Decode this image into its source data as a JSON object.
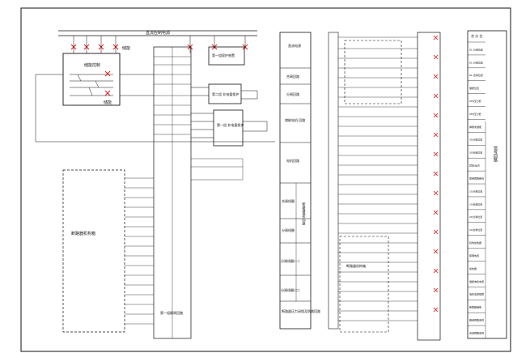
{
  "colors": {
    "line": "#111111",
    "accent": "#e01010",
    "bg": "#ffffff"
  },
  "bus_top_label": "直流控制电源",
  "relay_box": {
    "title": "储能控制",
    "label_right": "储能",
    "label_bottom": "储能"
  },
  "protection_boxes": [
    {
      "title": "第一组保护装置"
    },
    {
      "title": "第二组\n非电量保护"
    },
    {
      "title": "第一组\n非电量保护"
    }
  ],
  "left_panel_label": "断路器机构箱",
  "bottom_label": "第一组跳闸回路",
  "mid_table": {
    "rows": [
      "直流电源",
      "合闸回路",
      "分闸回路",
      "储能电机\n回路",
      "电机回路",
      "合闸线圈",
      "分闸线圈",
      "分闸线圈(一)",
      "分闸线圈(二)"
    ],
    "vertical_label": "断路器操作回路",
    "footer": "断路器压力闭锁及防跳回路"
  },
  "right_center_label": "断路器机构箱",
  "right_table": {
    "header": "合 分 位",
    "rows": [
      "DL\n分闸位置",
      "DL\n分闸位置",
      "DL\n合闸位置",
      "储能位置",
      "SF6压力低",
      "SF6压力低",
      "弹簧未储能",
      "3G分闸位置",
      "3G合闸位置",
      "就地/远方",
      "控制回路断线",
      "1G分闸位置",
      "1G合闸位置",
      "2G分闸位置",
      "2G合闸位置",
      "机构加热器",
      "照明电源",
      "加热器",
      "储能电机电源",
      "电机电源故障",
      "断路器储能",
      "跳闸回路监视",
      "合闸回路监视"
    ],
    "side_label": "信号回路"
  }
}
